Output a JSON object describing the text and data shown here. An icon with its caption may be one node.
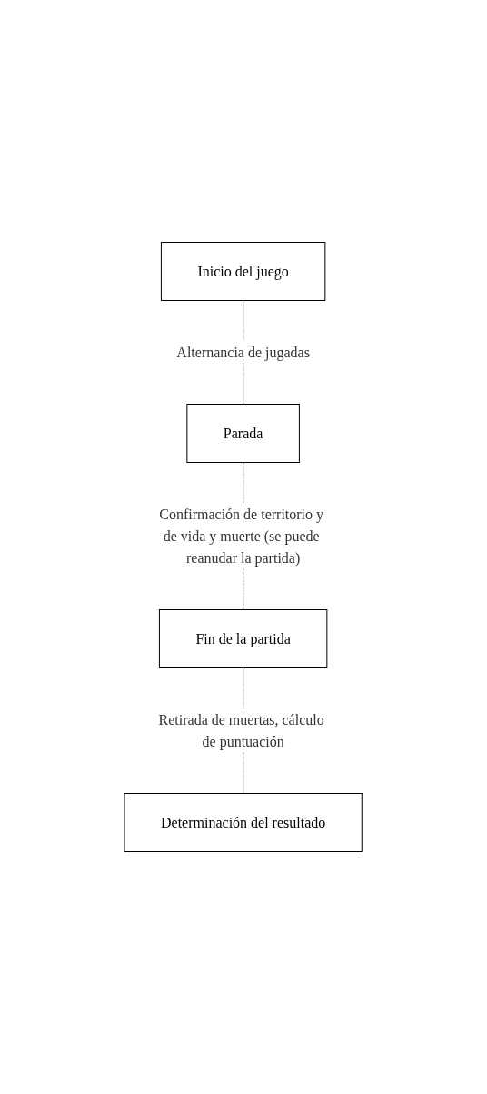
{
  "diagram": {
    "nodes": [
      {
        "text": [
          "Inicio del juego"
        ]
      },
      {
        "text": [
          "Parada"
        ]
      },
      {
        "text": [
          "Fin de la partida"
        ]
      },
      {
        "text": [
          "Determinación del resultado"
        ]
      }
    ],
    "edges": [
      {
        "from": 0,
        "to": 1,
        "arrow": "none",
        "label": "Alternancia de jugadas"
      },
      {
        "from": 1,
        "to": 2,
        "arrow": "none",
        "label": "Confirmación de territorio y de vida y muerte (se puede reanudar la partida)"
      },
      {
        "from": 2,
        "to": 3,
        "arrow": "none",
        "label": "Retirada de muertas, cálculo de puntuación"
      }
    ]
  }
}
